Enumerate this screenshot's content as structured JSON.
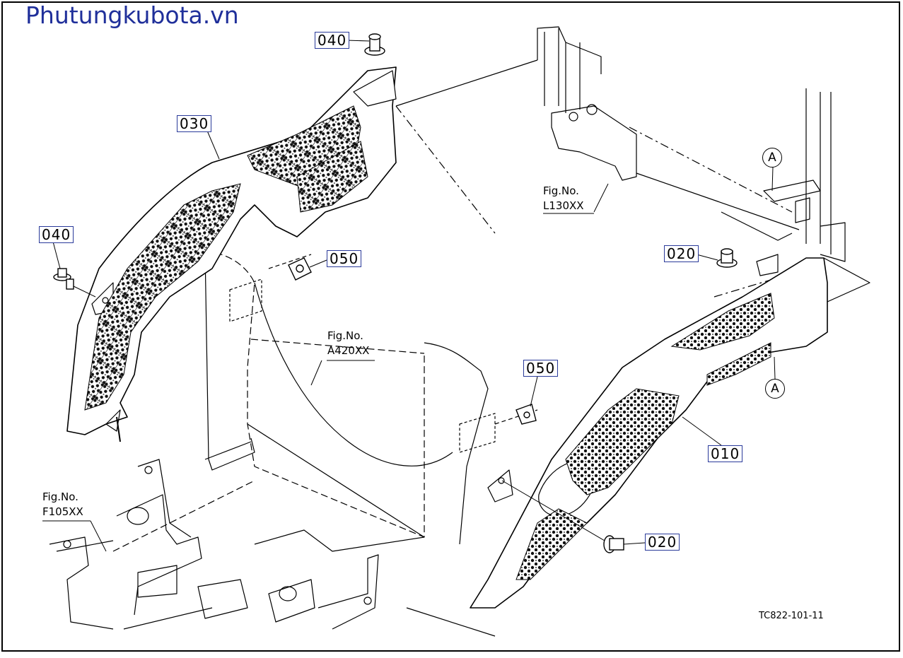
{
  "watermark": "Phutungkubota.vn",
  "callouts": {
    "c040_top": "040",
    "c030": "030",
    "c040_left": "040",
    "c050_top": "050",
    "c050_mid": "050",
    "c020_right": "020",
    "c010": "010",
    "c020_bottom": "020"
  },
  "refs": {
    "l130": {
      "line1": "Fig.No.",
      "line2": "L130XX"
    },
    "a420": {
      "line1": "Fig.No.",
      "line2": "A420XX"
    },
    "f105": {
      "line1": "Fig.No.",
      "line2": "F105XX"
    }
  },
  "markers": {
    "a_top": "A",
    "a_bottom": "A"
  },
  "diagram_code": "TC822-101-11"
}
